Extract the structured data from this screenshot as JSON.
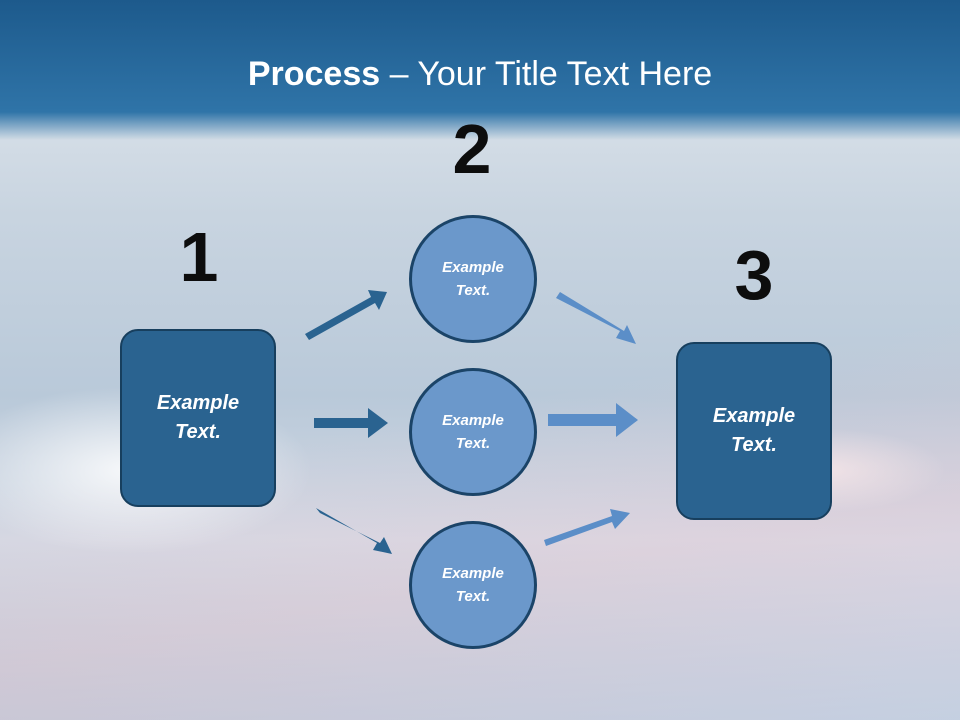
{
  "title": {
    "bold": "Process",
    "rest": " – Your Title Text Here"
  },
  "steps": [
    {
      "number": "1",
      "label_line1": "Example",
      "label_line2": "Text."
    },
    {
      "number": "2"
    },
    {
      "number": "3",
      "label_line1": "Example",
      "label_line2": "Text."
    }
  ],
  "circles": [
    {
      "label_line1": "Example",
      "label_line2": "Text."
    },
    {
      "label_line1": "Example",
      "label_line2": "Text."
    },
    {
      "label_line1": "Example",
      "label_line2": "Text."
    }
  ],
  "colors": {
    "title_band": "#2f74a8",
    "box_fill": "#2a6390",
    "circle_fill": "#6b98cb",
    "arrow_left": "#2a6390",
    "arrow_right": "#5b8ec8"
  }
}
